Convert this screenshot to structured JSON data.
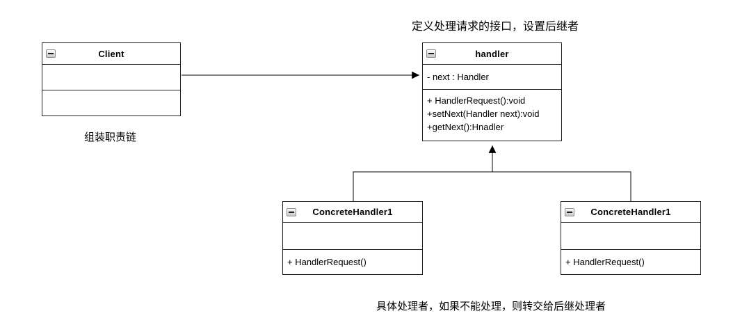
{
  "annotations": {
    "top_note": "定义处理请求的接口，设置后继者",
    "client_note": "组装职责链",
    "bottom_note": "具体处理者，如果不能处理，则转交给后继处理者"
  },
  "classes": {
    "client": {
      "title": "Client"
    },
    "handler": {
      "title": "handler",
      "attribute": "- next : Handler",
      "methods": [
        "+ HandlerRequest():void",
        "+setNext(Handler next):void",
        "+getNext():Hnadler"
      ]
    },
    "concrete_left": {
      "title": "ConcreteHandler1",
      "method": "+ HandlerRequest()"
    },
    "concrete_right": {
      "title": "ConcreteHandler1",
      "method": "+ HandlerRequest()"
    }
  },
  "colors": {
    "line": "#000000",
    "box_border": "#1f1f1f",
    "background": "#ffffff"
  }
}
